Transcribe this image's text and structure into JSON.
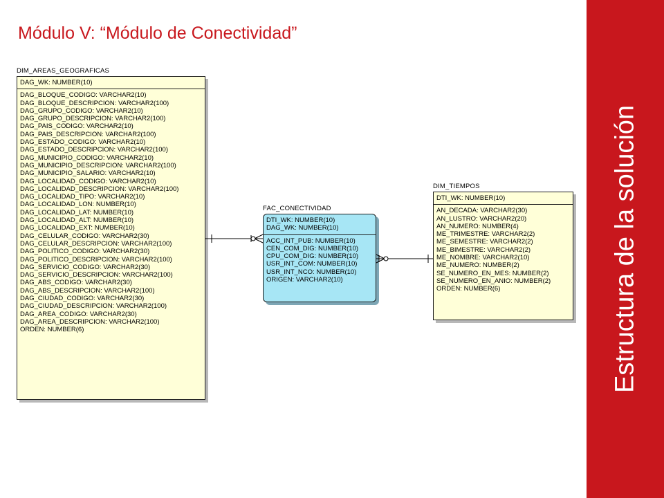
{
  "slide": {
    "title": "Módulo V: “Módulo de Conectividad”",
    "side_label": "Estructura de la solución"
  },
  "colors": {
    "brand_red": "#c8171d",
    "dim_fill": "#ffffd8",
    "fact_fill": "#a7e6f5"
  },
  "entities": {
    "dim_areas": {
      "name": "DIM_AREAS_GEOGRAFICAS",
      "keys": [
        "DAG_WK: NUMBER(10)"
      ],
      "attributes": [
        "DAG_BLOQUE_CODIGO: VARCHAR2(10)",
        "DAG_BLOQUE_DESCRIPCION: VARCHAR2(100)",
        "DAG_GRUPO_CODIGO: VARCHAR2(10)",
        "DAG_GRUPO_DESCRIPCION: VARCHAR2(100)",
        "DAG_PAIS_CODIGO: VARCHAR2(10)",
        "DAG_PAIS_DESCRIPCION: VARCHAR2(100)",
        "DAG_ESTADO_CODIGO: VARCHAR2(10)",
        "DAG_ESTADO_DESCRIPCION: VARCHAR2(100)",
        "DAG_MUNICIPIO_CODIGO: VARCHAR2(10)",
        "DAG_MUNICIPIO_DESCRIPCION: VARCHAR2(100)",
        "DAG_MUNICIPIO_SALARIO: VARCHAR2(10)",
        "DAG_LOCALIDAD_CODIGO: VARCHAR2(10)",
        "DAG_LOCALIDAD_DESCRIPCION: VARCHAR2(100)",
        "DAG_LOCALIDAD_TIPO: VARCHAR2(10)",
        "DAG_LOCALIDAD_LON: NUMBER(10)",
        "DAG_LOCALIDAD_LAT: NUMBER(10)",
        "DAG_LOCALIDAD_ALT: NUMBER(10)",
        "DAG_LOCALIDAD_EXT: NUMBER(10)",
        "DAG_CELULAR_CODIGO: VARCHAR2(30)",
        "DAG_CELULAR_DESCRIPCION: VARCHAR2(100)",
        "DAG_POLITICO_CODIGO: VARCHAR2(30)",
        "DAG_POLITICO_DESCRIPCION: VARCHAR2(100)",
        "DAG_SERVICIO_CODIGO: VARCHAR2(30)",
        "DAG_SERVICIO_DESCRIPCION: VARCHAR2(100)",
        "DAG_ABS_CODIGO: VARCHAR2(30)",
        "DAG_ABS_DESCRIPCION: VARCHAR2(100)",
        "DAG_CIUDAD_CODIGO: VARCHAR2(30)",
        "DAG_CIUDAD_DESCRIPCION: VARCHAR2(100)",
        "DAG_AREA_CODIGO: VARCHAR2(30)",
        "DAG_AREA_DESCRIPCION: VARCHAR2(100)",
        "ORDEN: NUMBER(6)"
      ]
    },
    "fac_conectividad": {
      "name": "FAC_CONECTIVIDAD",
      "keys": [
        "DTI_WK: NUMBER(10)",
        "DAG_WK: NUMBER(10)"
      ],
      "attributes": [
        "ACC_INT_PUB: NUMBER(10)",
        "CEN_COM_DIG: NUMBER(10)",
        "CPU_COM_DIG: NUMBER(10)",
        "USR_INT_COM: NUMBER(10)",
        "USR_INT_NCO: NUMBER(10)",
        "ORIGEN: VARCHAR2(10)"
      ]
    },
    "dim_tiempos": {
      "name": "DIM_TIEMPOS",
      "keys": [
        "DTI_WK: NUMBER(10)"
      ],
      "attributes": [
        "AN_DECADA: VARCHAR2(30)",
        "AN_LUSTRO: VARCHAR2(20)",
        "AN_NUMERO: NUMBER(4)",
        "ME_TRIMESTRE: VARCHAR2(2)",
        "ME_SEMESTRE: VARCHAR2(2)",
        "ME_BIMESTRE: VARCHAR2(2)",
        "ME_NOMBRE: VARCHAR2(10)",
        "ME_NUMERO: NUMBER(2)",
        "SE_NUMERO_EN_MES: NUMBER(2)",
        "SE_NUMERO_EN_ANIO: NUMBER(2)",
        "ORDEN: NUMBER(6)"
      ]
    }
  }
}
